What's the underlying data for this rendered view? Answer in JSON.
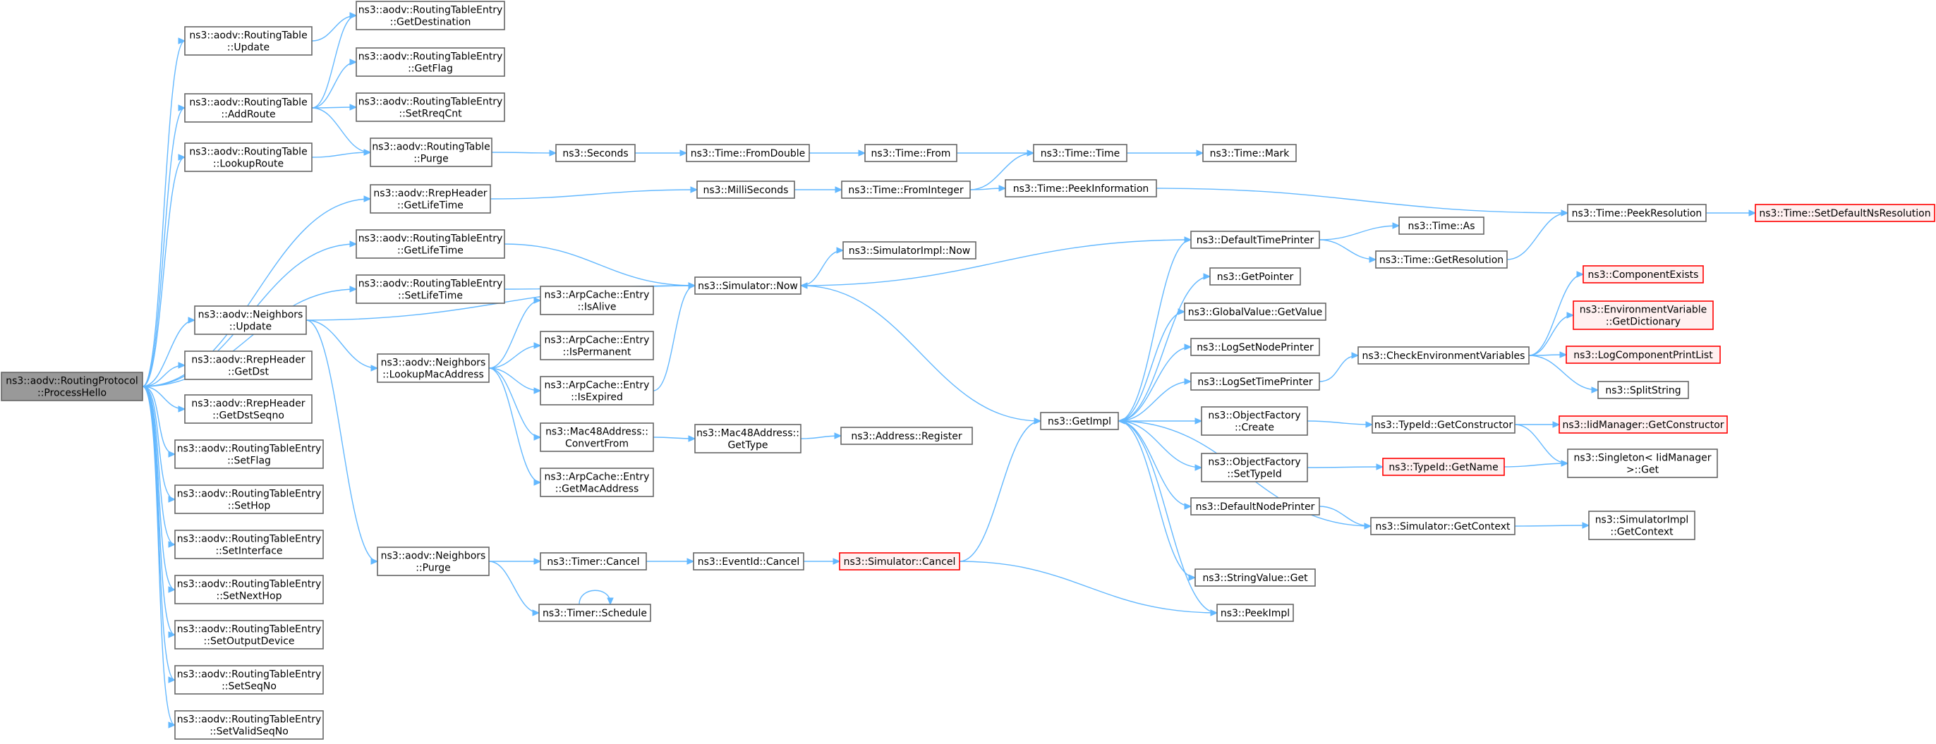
{
  "colors": {
    "edge": "#63b8ff",
    "node_fill": "#ffffff",
    "node_stroke": "#666666",
    "root_fill": "#999999",
    "root_stroke": "#666666",
    "truncated_fill": "#fff0f0",
    "truncated_stroke": "#ff0000"
  },
  "nodes": [
    {
      "id": "root",
      "lines": [
        "ns3::aodv::RoutingProtocol",
        "::ProcessHello"
      ],
      "style": "root"
    },
    {
      "id": "rt_update",
      "lines": [
        "ns3::aodv::RoutingTable",
        "::Update"
      ]
    },
    {
      "id": "rt_addroute",
      "lines": [
        "ns3::aodv::RoutingTable",
        "::AddRoute"
      ]
    },
    {
      "id": "rt_lookup",
      "lines": [
        "ns3::aodv::RoutingTable",
        "::LookupRoute"
      ]
    },
    {
      "id": "rrep_lifetime",
      "lines": [
        "ns3::aodv::RrepHeader",
        "::GetLifeTime"
      ]
    },
    {
      "id": "rte_getlifetime",
      "lines": [
        "ns3::aodv::RoutingTableEntry",
        "::GetLifeTime"
      ]
    },
    {
      "id": "rte_setlifetime",
      "lines": [
        "ns3::aodv::RoutingTableEntry",
        "::SetLifeTime"
      ]
    },
    {
      "id": "nb_update",
      "lines": [
        "ns3::aodv::Neighbors",
        "::Update"
      ]
    },
    {
      "id": "rrep_getdst",
      "lines": [
        "ns3::aodv::RrepHeader",
        "::GetDst"
      ]
    },
    {
      "id": "rrep_getdstseqno",
      "lines": [
        "ns3::aodv::RrepHeader",
        "::GetDstSeqno"
      ]
    },
    {
      "id": "rte_setflag",
      "lines": [
        "ns3::aodv::RoutingTableEntry",
        "::SetFlag"
      ]
    },
    {
      "id": "rte_sethop",
      "lines": [
        "ns3::aodv::RoutingTableEntry",
        "::SetHop"
      ]
    },
    {
      "id": "rte_setinterface",
      "lines": [
        "ns3::aodv::RoutingTableEntry",
        "::SetInterface"
      ]
    },
    {
      "id": "rte_setnexthop",
      "lines": [
        "ns3::aodv::RoutingTableEntry",
        "::SetNextHop"
      ]
    },
    {
      "id": "rte_setoutput",
      "lines": [
        "ns3::aodv::RoutingTableEntry",
        "::SetOutputDevice"
      ]
    },
    {
      "id": "rte_setseqno",
      "lines": [
        "ns3::aodv::RoutingTableEntry",
        "::SetSeqNo"
      ]
    },
    {
      "id": "rte_setvalidseqno",
      "lines": [
        "ns3::aodv::RoutingTableEntry",
        "::SetValidSeqNo"
      ]
    },
    {
      "id": "rte_getdest",
      "lines": [
        "ns3::aodv::RoutingTableEntry",
        "::GetDestination"
      ]
    },
    {
      "id": "rte_getflag",
      "lines": [
        "ns3::aodv::RoutingTableEntry",
        "::GetFlag"
      ]
    },
    {
      "id": "rte_setrreqcnt",
      "lines": [
        "ns3::aodv::RoutingTableEntry",
        "::SetRreqCnt"
      ]
    },
    {
      "id": "rt_purge",
      "lines": [
        "ns3::aodv::RoutingTable",
        "::Purge"
      ]
    },
    {
      "id": "nb_lookupmac",
      "lines": [
        "ns3::aodv::Neighbors",
        "::LookupMacAddress"
      ]
    },
    {
      "id": "nb_purge",
      "lines": [
        "ns3::aodv::Neighbors",
        "::Purge"
      ]
    },
    {
      "id": "seconds",
      "lines": [
        "ns3::Seconds"
      ]
    },
    {
      "id": "milliseconds",
      "lines": [
        "ns3::MilliSeconds"
      ]
    },
    {
      "id": "sim_now",
      "lines": [
        "ns3::Simulator::Now"
      ]
    },
    {
      "id": "arp_isalive",
      "lines": [
        "ns3::ArpCache::Entry",
        "::IsAlive"
      ]
    },
    {
      "id": "arp_isperm",
      "lines": [
        "ns3::ArpCache::Entry",
        "::IsPermanent"
      ]
    },
    {
      "id": "arp_isexpired",
      "lines": [
        "ns3::ArpCache::Entry",
        "::IsExpired"
      ]
    },
    {
      "id": "mac48_convert",
      "lines": [
        "ns3::Mac48Address::",
        "ConvertFrom"
      ]
    },
    {
      "id": "arp_getmac",
      "lines": [
        "ns3::ArpCache::Entry",
        "::GetMacAddress"
      ]
    },
    {
      "id": "timer_cancel",
      "lines": [
        "ns3::Timer::Cancel"
      ]
    },
    {
      "id": "timer_schedule",
      "lines": [
        "ns3::Timer::Schedule"
      ]
    },
    {
      "id": "time_fromdouble",
      "lines": [
        "ns3::Time::FromDouble"
      ]
    },
    {
      "id": "mac48_gettype",
      "lines": [
        "ns3::Mac48Address::",
        "GetType"
      ]
    },
    {
      "id": "eventid_cancel",
      "lines": [
        "ns3::EventId::Cancel"
      ]
    },
    {
      "id": "time_from",
      "lines": [
        "ns3::Time::From"
      ]
    },
    {
      "id": "time_frominteger",
      "lines": [
        "ns3::Time::FromInteger"
      ]
    },
    {
      "id": "simimpl_now",
      "lines": [
        "ns3::SimulatorImpl::Now"
      ]
    },
    {
      "id": "address_register",
      "lines": [
        "ns3::Address::Register"
      ]
    },
    {
      "id": "sim_cancel",
      "lines": [
        "ns3::Simulator::Cancel"
      ],
      "style": "truncated"
    },
    {
      "id": "time_time",
      "lines": [
        "ns3::Time::Time"
      ]
    },
    {
      "id": "time_peekinfo",
      "lines": [
        "ns3::Time::PeekInformation"
      ]
    },
    {
      "id": "getimpl",
      "lines": [
        "ns3::GetImpl"
      ]
    },
    {
      "id": "time_mark",
      "lines": [
        "ns3::Time::Mark"
      ]
    },
    {
      "id": "defaulttimeprinter",
      "lines": [
        "ns3::DefaultTimePrinter"
      ]
    },
    {
      "id": "getpointer",
      "lines": [
        "ns3::GetPointer"
      ]
    },
    {
      "id": "globalvalue_get",
      "lines": [
        "ns3::GlobalValue::GetValue"
      ]
    },
    {
      "id": "logsetnode",
      "lines": [
        "ns3::LogSetNodePrinter"
      ]
    },
    {
      "id": "logsettime",
      "lines": [
        "ns3::LogSetTimePrinter"
      ]
    },
    {
      "id": "objfactory_create",
      "lines": [
        "ns3::ObjectFactory",
        "::Create"
      ]
    },
    {
      "id": "objfactory_settypeid",
      "lines": [
        "ns3::ObjectFactory",
        "::SetTypeId"
      ]
    },
    {
      "id": "defaultnodeprinter",
      "lines": [
        "ns3::DefaultNodePrinter"
      ]
    },
    {
      "id": "stringvalue_get",
      "lines": [
        "ns3::StringValue::Get"
      ]
    },
    {
      "id": "peekimpl",
      "lines": [
        "ns3::PeekImpl"
      ]
    },
    {
      "id": "time_as",
      "lines": [
        "ns3::Time::As"
      ]
    },
    {
      "id": "time_getres",
      "lines": [
        "ns3::Time::GetResolution"
      ]
    },
    {
      "id": "checkenv",
      "lines": [
        "ns3::CheckEnvironmentVariables"
      ]
    },
    {
      "id": "typeid_getctor",
      "lines": [
        "ns3::TypeId::GetConstructor"
      ]
    },
    {
      "id": "typeid_getname",
      "lines": [
        "ns3::TypeId::GetName"
      ],
      "style": "truncated"
    },
    {
      "id": "sim_getcontext",
      "lines": [
        "ns3::Simulator::GetContext"
      ]
    },
    {
      "id": "time_peekres",
      "lines": [
        "ns3::Time::PeekResolution"
      ]
    },
    {
      "id": "compexists",
      "lines": [
        "ns3::ComponentExists"
      ],
      "style": "truncated"
    },
    {
      "id": "envvar_getdict",
      "lines": [
        "ns3::EnvironmentVariable",
        "::GetDictionary"
      ],
      "style": "truncated"
    },
    {
      "id": "logcompprint",
      "lines": [
        "ns3::LogComponentPrintList"
      ],
      "style": "truncated"
    },
    {
      "id": "splitstring",
      "lines": [
        "ns3::SplitString"
      ]
    },
    {
      "id": "iidmgr_getctor",
      "lines": [
        "ns3::IidManager::GetConstructor"
      ],
      "style": "truncated"
    },
    {
      "id": "singleton_get",
      "lines": [
        "ns3::Singleton< IidManager",
        " >::Get"
      ]
    },
    {
      "id": "simimpl_getcontext",
      "lines": [
        "ns3::SimulatorImpl",
        "::GetContext"
      ]
    },
    {
      "id": "time_setdefaultns",
      "lines": [
        "ns3::Time::SetDefaultNsResolution"
      ],
      "style": "truncated"
    }
  ],
  "edges": [
    [
      "root",
      "rt_update"
    ],
    [
      "root",
      "rt_addroute"
    ],
    [
      "root",
      "rt_lookup"
    ],
    [
      "root",
      "rrep_lifetime"
    ],
    [
      "root",
      "rte_getlifetime"
    ],
    [
      "root",
      "rte_setlifetime"
    ],
    [
      "root",
      "nb_update"
    ],
    [
      "root",
      "rrep_getdst"
    ],
    [
      "root",
      "rrep_getdstseqno"
    ],
    [
      "root",
      "rte_setflag"
    ],
    [
      "root",
      "rte_sethop"
    ],
    [
      "root",
      "rte_setinterface"
    ],
    [
      "root",
      "rte_setnexthop"
    ],
    [
      "root",
      "rte_setoutput"
    ],
    [
      "root",
      "rte_setseqno"
    ],
    [
      "root",
      "rte_setvalidseqno"
    ],
    [
      "rt_update",
      "rte_getdest"
    ],
    [
      "rt_addroute",
      "rte_getdest"
    ],
    [
      "rt_addroute",
      "rte_getflag"
    ],
    [
      "rt_addroute",
      "rte_setrreqcnt"
    ],
    [
      "rt_addroute",
      "rt_purge"
    ],
    [
      "rt_lookup",
      "rt_purge"
    ],
    [
      "rt_purge",
      "seconds"
    ],
    [
      "rrep_lifetime",
      "milliseconds"
    ],
    [
      "rte_getlifetime",
      "sim_now"
    ],
    [
      "rte_setlifetime",
      "sim_now"
    ],
    [
      "nb_update",
      "nb_lookupmac"
    ],
    [
      "nb_update",
      "sim_now"
    ],
    [
      "nb_update",
      "nb_purge"
    ],
    [
      "nb_lookupmac",
      "arp_isalive"
    ],
    [
      "nb_lookupmac",
      "arp_isperm"
    ],
    [
      "nb_lookupmac",
      "arp_isexpired"
    ],
    [
      "nb_lookupmac",
      "mac48_convert"
    ],
    [
      "nb_lookupmac",
      "arp_getmac"
    ],
    [
      "arp_isexpired",
      "sim_now"
    ],
    [
      "nb_purge",
      "timer_cancel"
    ],
    [
      "nb_purge",
      "timer_schedule"
    ],
    [
      "timer_schedule",
      "timer_schedule"
    ],
    [
      "seconds",
      "time_fromdouble"
    ],
    [
      "time_fromdouble",
      "time_from"
    ],
    [
      "time_from",
      "time_time"
    ],
    [
      "time_time",
      "time_mark"
    ],
    [
      "milliseconds",
      "time_frominteger"
    ],
    [
      "time_frominteger",
      "time_time"
    ],
    [
      "time_frominteger",
      "time_peekinfo"
    ],
    [
      "time_peekinfo",
      "time_peekres"
    ],
    [
      "time_peekres",
      "time_setdefaultns"
    ],
    [
      "sim_now",
      "simimpl_now"
    ],
    [
      "sim_now",
      "getimpl"
    ],
    [
      "defaulttimeprinter",
      "sim_now"
    ],
    [
      "defaulttimeprinter",
      "time_as"
    ],
    [
      "defaulttimeprinter",
      "time_getres"
    ],
    [
      "time_getres",
      "time_peekres"
    ],
    [
      "mac48_convert",
      "mac48_gettype"
    ],
    [
      "mac48_gettype",
      "address_register"
    ],
    [
      "timer_cancel",
      "eventid_cancel"
    ],
    [
      "eventid_cancel",
      "sim_cancel"
    ],
    [
      "sim_cancel",
      "getimpl"
    ],
    [
      "sim_cancel",
      "peekimpl"
    ],
    [
      "getimpl",
      "defaulttimeprinter"
    ],
    [
      "getimpl",
      "getpointer"
    ],
    [
      "getimpl",
      "globalvalue_get"
    ],
    [
      "getimpl",
      "logsetnode"
    ],
    [
      "getimpl",
      "logsettime"
    ],
    [
      "getimpl",
      "objfactory_create"
    ],
    [
      "getimpl",
      "objfactory_settypeid"
    ],
    [
      "getimpl",
      "defaultnodeprinter"
    ],
    [
      "getimpl",
      "stringvalue_get"
    ],
    [
      "getimpl",
      "peekimpl"
    ],
    [
      "sim_getcontext",
      "getimpl"
    ],
    [
      "logsettime",
      "checkenv"
    ],
    [
      "checkenv",
      "compexists"
    ],
    [
      "checkenv",
      "envvar_getdict"
    ],
    [
      "checkenv",
      "logcompprint"
    ],
    [
      "checkenv",
      "splitstring"
    ],
    [
      "objfactory_create",
      "typeid_getctor"
    ],
    [
      "typeid_getctor",
      "iidmgr_getctor"
    ],
    [
      "typeid_getctor",
      "singleton_get"
    ],
    [
      "objfactory_settypeid",
      "typeid_getname"
    ],
    [
      "typeid_getname",
      "singleton_get"
    ],
    [
      "defaultnodeprinter",
      "sim_getcontext"
    ],
    [
      "sim_getcontext",
      "simimpl_getcontext"
    ]
  ]
}
